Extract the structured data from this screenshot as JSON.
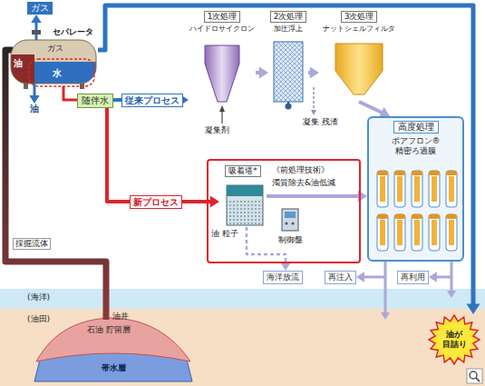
{
  "diagram": {
    "nodes": [
      {
        "text": [
          "ガス"
        ]
      },
      {
        "text": [
          "セパレータ",
          "ガス",
          "油",
          "水"
        ]
      },
      {
        "text": [
          "随伴水"
        ]
      },
      {
        "text": [
          "油"
        ]
      },
      {
        "text": [
          "1次処理",
          "ハイドロサイクロン"
        ]
      },
      {
        "text": [
          "2次処理",
          "加圧浮上"
        ]
      },
      {
        "text": [
          "3次処理",
          "ナットシェルフィルタ"
        ]
      },
      {
        "text": [
          "高度処理",
          "ポアフロン® 精密ろ過膜"
        ]
      },
      {
        "text": [
          "《前処理技術》",
          "濁質除去&油低減"
        ]
      },
      {
        "text": [
          "吸着塔*"
        ],
        "in": 8
      },
      {
        "text": [
          "制御盤"
        ],
        "in": 8
      },
      {
        "text": [
          "海洋放流"
        ]
      },
      {
        "text": [
          "再注入"
        ]
      },
      {
        "text": [
          "再利用"
        ]
      },
      {
        "text": [
          "油が 目詰り"
        ]
      }
    ],
    "edges": [
      {
        "from": 1,
        "to": 0,
        "arrow": "to"
      },
      {
        "from": 1,
        "to": 3,
        "arrow": "to"
      },
      {
        "from": 1,
        "to": 2,
        "arrow": "none"
      },
      {
        "from": 2,
        "to": 4,
        "label": "従来プロセス",
        "arrow": "to"
      },
      {
        "from": 2,
        "to": 9,
        "label": "新プロセス",
        "arrow": "to"
      },
      {
        "from": 4,
        "to": 5,
        "arrow": "to"
      },
      {
        "from": 5,
        "to": 6,
        "arrow": "to"
      },
      {
        "from": 6,
        "to": 7,
        "arrow": "to"
      },
      {
        "from": 9,
        "to": 7,
        "arrow": "to"
      },
      {
        "from": 9,
        "to": 11,
        "arrow": "to"
      },
      {
        "from": 7,
        "to": 12,
        "arrow": "to"
      },
      {
        "from": 7,
        "to": 13,
        "arrow": "to"
      },
      {
        "from": 1,
        "to": 14,
        "arrow": "to"
      }
    ],
    "labels": [
      "凝集剤",
      "凝集 残渣",
      "油 粒子",
      "採掘流体",
      "(海洋)",
      "(油田)",
      "油井",
      "石油 貯留層",
      "帯水層"
    ]
  }
}
